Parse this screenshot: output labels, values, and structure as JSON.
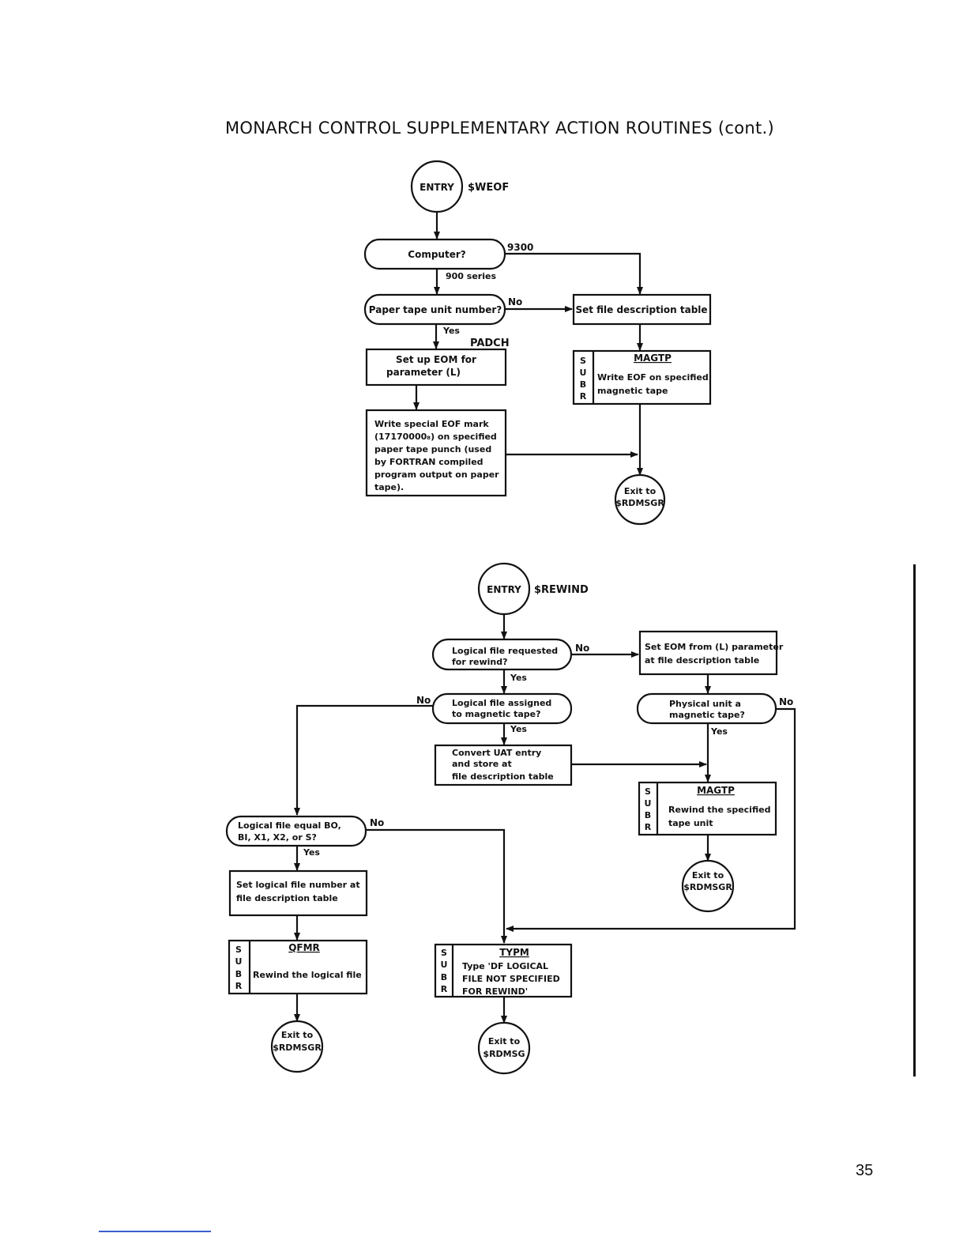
{
  "page": {
    "title": "MONARCH CONTROL SUPPLEMENTARY ACTION ROUTINES (cont.)",
    "page_number": "35"
  },
  "sub_letters": [
    "S",
    "U",
    "B",
    "R"
  ],
  "weof": {
    "entry": "ENTRY",
    "entry_name": "$WEOF",
    "computer_q": "Computer?",
    "label_9300": "9300",
    "label_900": "900 series",
    "paper_q": "Paper tape unit number?",
    "label_no": "No",
    "label_yes": "Yes",
    "set_fdt": "Set file description table",
    "padch": "PADCH",
    "setup_eom": [
      "Set up EOM for",
      "parameter (L)"
    ],
    "magtp": "MAGTP",
    "magtp_desc": [
      "Write EOF on specified",
      "magnetic tape"
    ],
    "special_eof": [
      "Write special EOF mark",
      "(17170000₈) on specified",
      "paper tape punch (used",
      "by FORTRAN compiled",
      "program output on paper",
      "tape)."
    ],
    "exit": [
      "Exit to",
      "$RDMSGR"
    ]
  },
  "rewind": {
    "entry": "ENTRY",
    "entry_name": "$REWIND",
    "logical_req_q": [
      "Logical file requested",
      "for rewind?"
    ],
    "label_no": "No",
    "label_yes": "Yes",
    "set_eom": [
      "Set EOM from (L) parameter",
      "at file description table"
    ],
    "logical_assigned_q": [
      "Logical file assigned",
      "to magnetic tape?"
    ],
    "physical_q": [
      "Physical unit a",
      "magnetic tape?"
    ],
    "convert_uat": [
      "Convert UAT entry",
      "and store at",
      "file description table"
    ],
    "magtp": "MAGTP",
    "magtp_desc": [
      "Rewind the specified",
      "tape unit"
    ],
    "logical_equal_q": [
      "Logical file equal BO,",
      "BI, X1, X2, or S?"
    ],
    "set_logical": [
      "Set logical file number at",
      "file description table"
    ],
    "qfmr": "QFMR",
    "qfmr_desc": "Rewind the logical file",
    "typm": "TYPM",
    "typm_desc": [
      "Type 'DF LOGICAL",
      "FILE NOT SPECIFIED",
      "FOR REWIND'"
    ],
    "exit_a": [
      "Exit to",
      "$RDMSGR"
    ],
    "exit_b": [
      "Exit to",
      "$RDMSGR"
    ],
    "exit_c": [
      "Exit to",
      "$RDMSG"
    ]
  }
}
